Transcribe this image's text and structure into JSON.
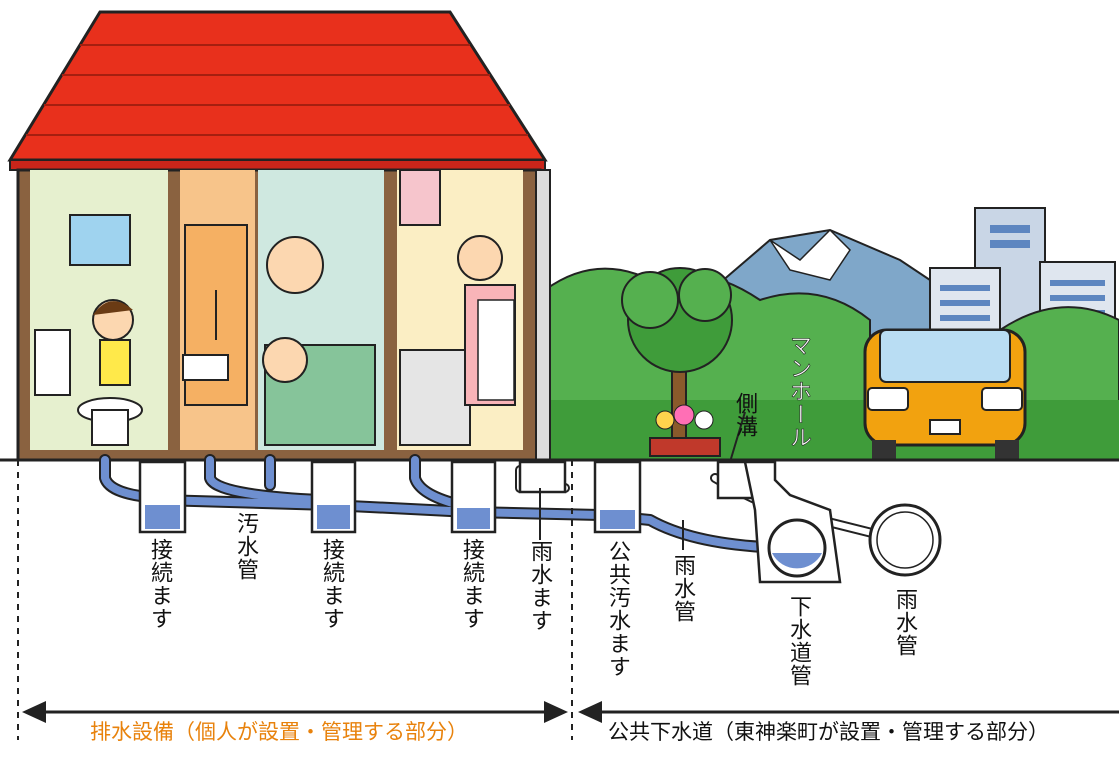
{
  "labels": {
    "connection_box_1": "接続ます",
    "sewage_pipe": "汚水管",
    "connection_box_2": "接続ます",
    "connection_box_3": "接続ます",
    "rainwater_box": "雨水ます",
    "public_sewage_box": "公共汚水ます",
    "rainwater_pipe_1": "雨水管",
    "side_ditch": "側溝",
    "manhole": "マンホール",
    "sewer_main": "下水道管",
    "rainwater_pipe_2": "雨水管"
  },
  "sections": {
    "private": "排水設備（個人が設置・管理する部分）",
    "public": "公共下水道（東神楽町が設置・管理する部分）"
  },
  "colors": {
    "private_text": "#e8820c",
    "public_text": "#111111",
    "roof": "#e8301c",
    "pipe": "#6e8fd0",
    "grass": "#3f9c3a"
  }
}
